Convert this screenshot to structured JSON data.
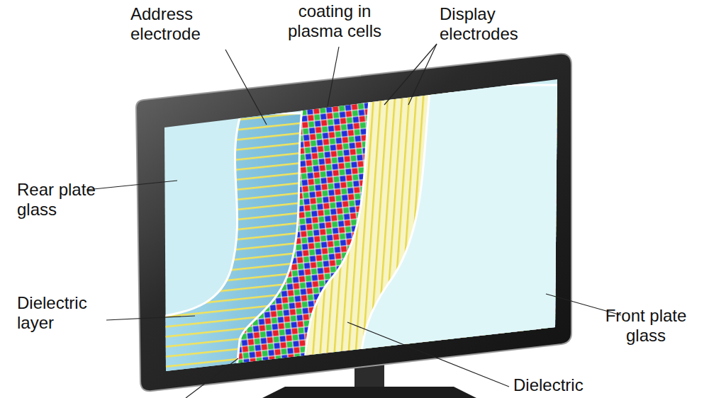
{
  "diagram": {
    "labels": [
      "Address electrode",
      "coating in plasma cells",
      "Display electrodes",
      "Rear plate glass",
      "Dielectric layer",
      "Front plate glass",
      "Dielectric"
    ]
  }
}
